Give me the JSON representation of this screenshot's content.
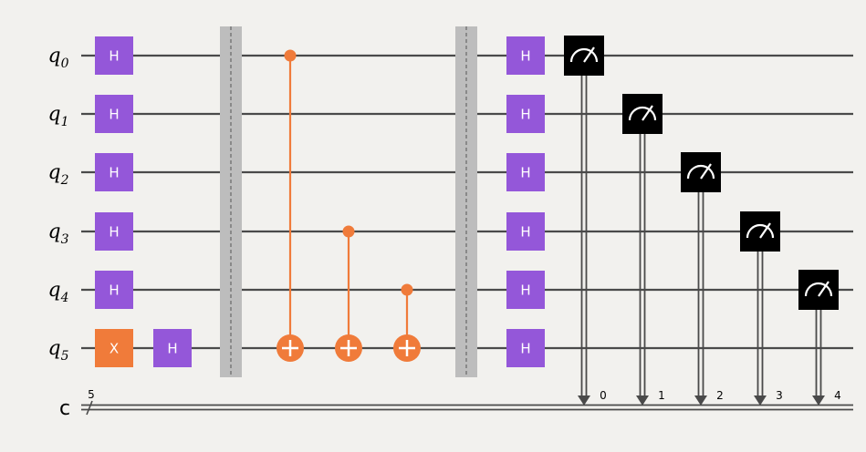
{
  "colors": {
    "background": "#f2f1ee",
    "wire": "#4a4a4a",
    "h_gate": "#9457d9",
    "x_gate": "#f07b3a",
    "cnot": "#f07b3a",
    "barrier": "#bdbdbd",
    "measure": "#000000"
  },
  "qubits": [
    {
      "name": "q",
      "index": "0"
    },
    {
      "name": "q",
      "index": "1"
    },
    {
      "name": "q",
      "index": "2"
    },
    {
      "name": "q",
      "index": "3"
    },
    {
      "name": "q",
      "index": "4"
    },
    {
      "name": "q",
      "index": "5"
    }
  ],
  "classical": {
    "name": "c",
    "size": "5"
  },
  "gate_labels": {
    "h": "H",
    "x": "X"
  },
  "operations": [
    {
      "type": "h",
      "qubit": 0,
      "column": 0
    },
    {
      "type": "h",
      "qubit": 1,
      "column": 0
    },
    {
      "type": "h",
      "qubit": 2,
      "column": 0
    },
    {
      "type": "h",
      "qubit": 3,
      "column": 0
    },
    {
      "type": "h",
      "qubit": 4,
      "column": 0
    },
    {
      "type": "x",
      "qubit": 5,
      "column": 0
    },
    {
      "type": "h",
      "qubit": 5,
      "column": 1
    },
    {
      "type": "barrier",
      "column": 2
    },
    {
      "type": "cx",
      "control": 0,
      "target": 5,
      "column": 3
    },
    {
      "type": "cx",
      "control": 3,
      "target": 5,
      "column": 4
    },
    {
      "type": "cx",
      "control": 4,
      "target": 5,
      "column": 5
    },
    {
      "type": "barrier",
      "column": 6
    },
    {
      "type": "h",
      "qubit": 0,
      "column": 7
    },
    {
      "type": "h",
      "qubit": 1,
      "column": 7
    },
    {
      "type": "h",
      "qubit": 2,
      "column": 7
    },
    {
      "type": "h",
      "qubit": 3,
      "column": 7
    },
    {
      "type": "h",
      "qubit": 4,
      "column": 7
    },
    {
      "type": "h",
      "qubit": 5,
      "column": 7
    },
    {
      "type": "measure",
      "qubit": 0,
      "clbit": "0",
      "column": 8
    },
    {
      "type": "measure",
      "qubit": 1,
      "clbit": "1",
      "column": 9
    },
    {
      "type": "measure",
      "qubit": 2,
      "clbit": "2",
      "column": 10
    },
    {
      "type": "measure",
      "qubit": 3,
      "clbit": "3",
      "column": 11
    },
    {
      "type": "measure",
      "qubit": 4,
      "clbit": "4",
      "column": 12
    }
  ]
}
